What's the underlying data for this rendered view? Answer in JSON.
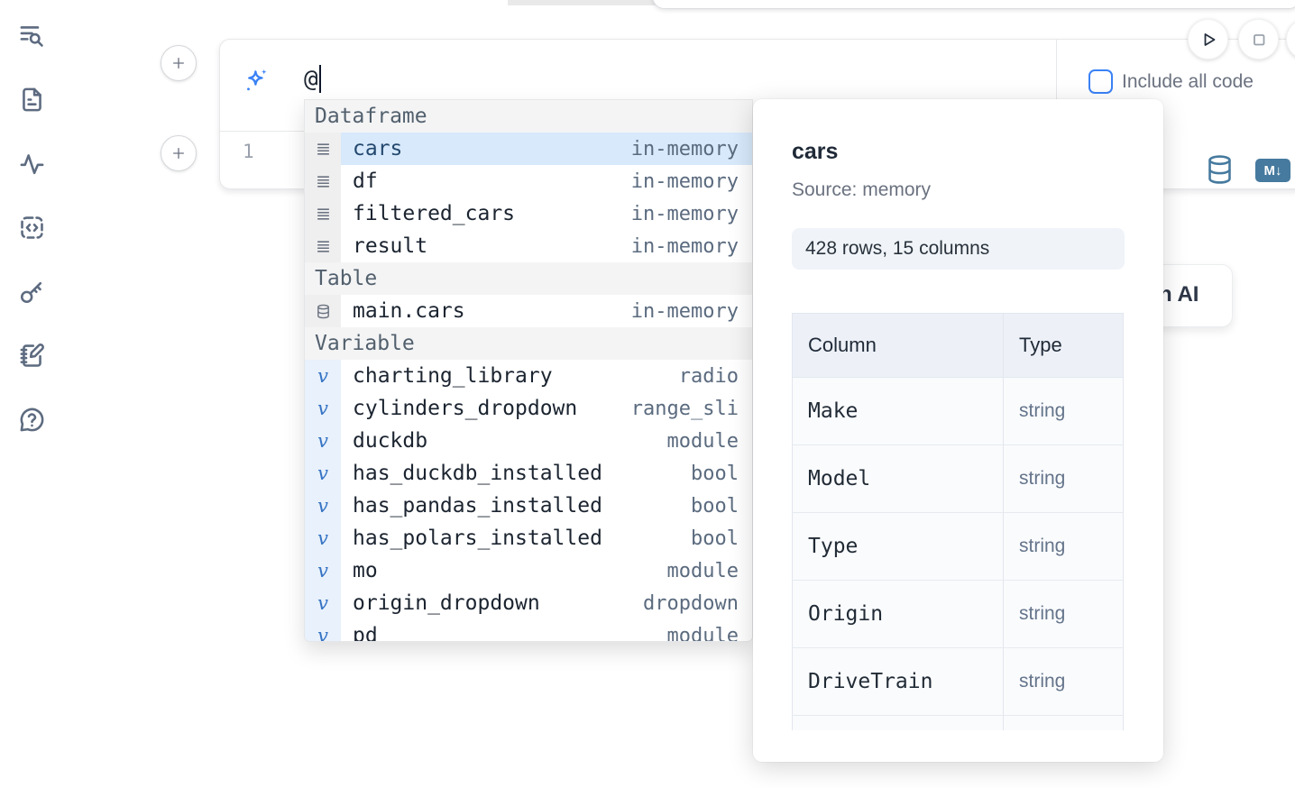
{
  "colors": {
    "accent_blue": "#3b82f6",
    "steel_blue_icon": "#467a9e",
    "selected_row_bg": "#d7e9fb",
    "selected_row_text": "#24486e",
    "muted_text": "#6b7280",
    "menu_type_text": "#5b6b7f",
    "section_header_bg": "#f4f4f5"
  },
  "sidebar": {
    "icons": [
      "list-search-icon",
      "document-icon",
      "activity-icon",
      "code-square-icon",
      "key-icon",
      "notebook-pen-icon",
      "help-circle-icon"
    ]
  },
  "run_controls": {
    "icons": [
      "play-icon",
      "stop-icon",
      "partial-button"
    ]
  },
  "ai_cell": {
    "prompt_value": "@",
    "include_all_code_label": "Include all code",
    "line_number": "1",
    "markdown_badge": "M↓",
    "action_icons": [
      "database-icon",
      "markdown-icon"
    ]
  },
  "ai_button": {
    "visible_text": "h AI"
  },
  "completion_menu": {
    "sections": [
      {
        "label": "Dataframe",
        "items": [
          {
            "icon": "rows-icon",
            "name": "cars",
            "type": "in-memory",
            "selected": true
          },
          {
            "icon": "rows-icon",
            "name": "df",
            "type": "in-memory"
          },
          {
            "icon": "rows-icon",
            "name": "filtered_cars",
            "type": "in-memory"
          },
          {
            "icon": "rows-icon",
            "name": "result",
            "type": "in-memory"
          }
        ]
      },
      {
        "label": "Table",
        "items": [
          {
            "icon": "database-icon",
            "name": "main.cars",
            "type": "in-memory"
          }
        ]
      },
      {
        "label": "Variable",
        "items": [
          {
            "icon": "variable-icon",
            "name": "charting_library",
            "type": "radio"
          },
          {
            "icon": "variable-icon",
            "name": "cylinders_dropdown",
            "type": "range_sli"
          },
          {
            "icon": "variable-icon",
            "name": "duckdb",
            "type": "module"
          },
          {
            "icon": "variable-icon",
            "name": "has_duckdb_installed",
            "type": "bool"
          },
          {
            "icon": "variable-icon",
            "name": "has_pandas_installed",
            "type": "bool"
          },
          {
            "icon": "variable-icon",
            "name": "has_polars_installed",
            "type": "bool"
          },
          {
            "icon": "variable-icon",
            "name": "mo",
            "type": "module"
          },
          {
            "icon": "variable-icon",
            "name": "origin_dropdown",
            "type": "dropdown"
          },
          {
            "icon": "variable-icon",
            "name": "pd",
            "type": "module",
            "clipped": true
          }
        ]
      }
    ]
  },
  "preview_panel": {
    "title": "cars",
    "source": "Source: memory",
    "shape_badge": "428 rows, 15 columns",
    "table": {
      "headers": [
        "Column",
        "Type"
      ],
      "rows": [
        [
          "Make",
          "string"
        ],
        [
          "Model",
          "string"
        ],
        [
          "Type",
          "string"
        ],
        [
          "Origin",
          "string"
        ],
        [
          "DriveTrain",
          "string"
        ],
        [
          "",
          ""
        ]
      ]
    }
  }
}
